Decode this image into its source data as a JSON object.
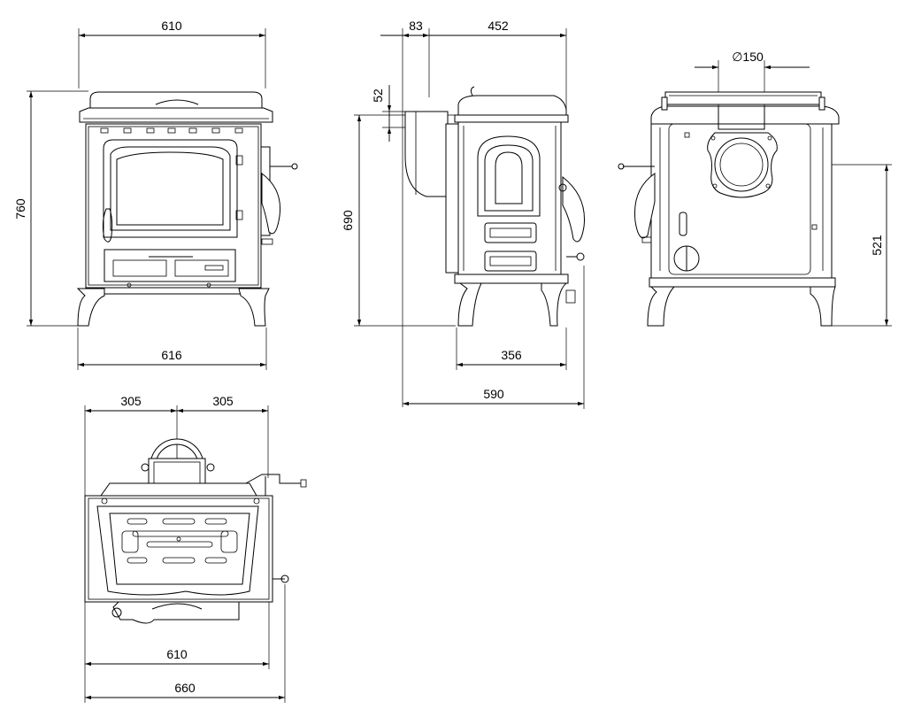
{
  "dimensions": {
    "front_width_top": "610",
    "front_width_bottom": "616",
    "front_height": "760",
    "side_offset": "83",
    "side_depth_top": "452",
    "side_flue_52": "52",
    "side_height": "690",
    "side_base": "356",
    "side_total_depth": "590",
    "rear_flue_diameter": "∅150",
    "rear_flue_height": "521",
    "top_left_half": "305",
    "top_right_half": "305",
    "top_width_610": "610",
    "top_width_660": "660"
  },
  "colors": {
    "line": "#000000",
    "background": "#ffffff"
  }
}
